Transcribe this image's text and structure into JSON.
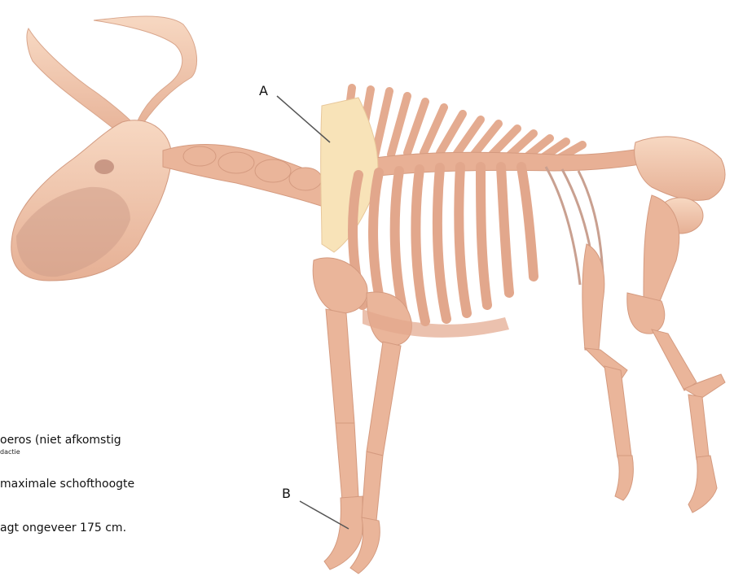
{
  "caption": {
    "lines": [
      "oeros (niet afkomstig",
      "maximale schofthoogte",
      "agt ongeveer 175 cm."
    ],
    "credit": "dactie"
  },
  "labels": {
    "a": "A",
    "b": "B"
  },
  "colors": {
    "bone": "#f2c9ae",
    "bone_dark": "#e3a98a",
    "bone_shadow": "#d7957a",
    "skull_dark": "#cf9f8a",
    "scapula_highlight": "#f8e3b8",
    "leader_line": "#555555"
  }
}
